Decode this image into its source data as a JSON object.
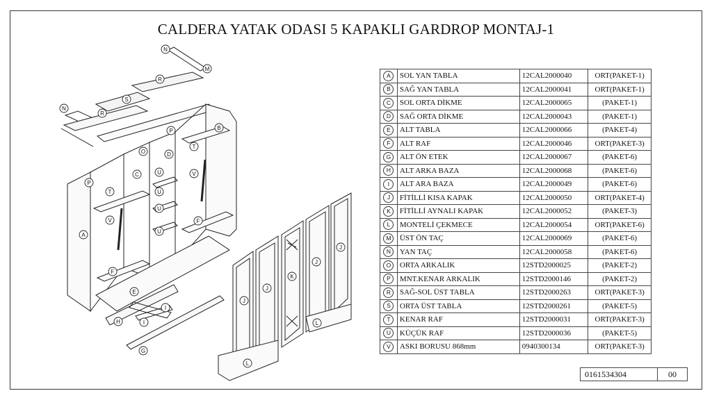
{
  "title": "CALDERA YATAK ODASI 5 KAPAKLI GARDROP MONTAJ-1",
  "doc_number": "0161534304",
  "revision": "00",
  "parts": [
    {
      "letter": "A",
      "name": "SOL YAN TABLA",
      "code": "12CAL2000040",
      "package": "ORT(PAKET-1)"
    },
    {
      "letter": "B",
      "name": "SAĞ YAN TABLA",
      "code": "12CAL2000041",
      "package": "ORT(PAKET-1)"
    },
    {
      "letter": "C",
      "name": "SOL ORTA DİKME",
      "code": "12CAL2000065",
      "package": "(PAKET-1)"
    },
    {
      "letter": "D",
      "name": "SAĞ ORTA DİKME",
      "code": "12CAL2000043",
      "package": "(PAKET-1)"
    },
    {
      "letter": "E",
      "name": "ALT TABLA",
      "code": "12CAL2000066",
      "package": "(PAKET-4)"
    },
    {
      "letter": "F",
      "name": "ALT RAF",
      "code": "12CAL2000046",
      "package": "ORT(PAKET-3)"
    },
    {
      "letter": "G",
      "name": "ALT ÖN ETEK",
      "code": "12CAL2000067",
      "package": "(PAKET-6)"
    },
    {
      "letter": "H",
      "name": "ALT ARKA BAZA",
      "code": "12CAL2000068",
      "package": "(PAKET-6)"
    },
    {
      "letter": "I",
      "name": "ALT ARA BAZA",
      "code": "12CAL2000049",
      "package": "(PAKET-6)"
    },
    {
      "letter": "J",
      "name": "FİTİLLİ KISA KAPAK",
      "code": "12CAL2000050",
      "package": "ORT(PAKET-4)"
    },
    {
      "letter": "K",
      "name": "FİTİLLİ AYNALI KAPAK",
      "code": "12CAL2000052",
      "package": "(PAKET-3)"
    },
    {
      "letter": "L",
      "name": "MONTELİ ÇEKMECE",
      "code": "12CAL2000054",
      "package": "ORT(PAKET-6)"
    },
    {
      "letter": "M",
      "name": "ÜST ÖN TAÇ",
      "code": "12CAL2000069",
      "package": "(PAKET-6)"
    },
    {
      "letter": "N",
      "name": "YAN TAÇ",
      "code": "12CAL2000058",
      "package": "(PAKET-6)"
    },
    {
      "letter": "O",
      "name": "ORTA ARKALIK",
      "code": "12STD2000025",
      "package": "(PAKET-2)"
    },
    {
      "letter": "P",
      "name": "MNT.KENAR ARKALIK",
      "code": "12STD2000146",
      "package": "(PAKET-2)"
    },
    {
      "letter": "R",
      "name": "SAĞ-SOL ÜST TABLA",
      "code": "12STD2000263",
      "package": "ORT(PAKET-3)"
    },
    {
      "letter": "S",
      "name": "ORTA ÜST TABLA",
      "code": "12STD2000261",
      "package": "(PAKET-5)"
    },
    {
      "letter": "T",
      "name": "KENAR RAF",
      "code": "12STD2000031",
      "package": "ORT(PAKET-3)"
    },
    {
      "letter": "U",
      "name": "KÜÇÜK RAF",
      "code": "12STD2000036",
      "package": "(PAKET-5)"
    },
    {
      "letter": "V",
      "name": "ASKI BORUSU 868mm",
      "code": "0940300134",
      "package": "ORT(PAKET-3)"
    }
  ],
  "callouts": {
    "n1": "N",
    "n2": "N",
    "m": "M",
    "r1": "R",
    "r2": "R",
    "s": "S",
    "b": "B",
    "o": "O",
    "d": "D",
    "t1": "T",
    "t2": "T",
    "p1": "P",
    "p2": "P",
    "c": "C",
    "u1": "U",
    "u2": "U",
    "u3": "U",
    "u4": "U",
    "v1": "V",
    "v2": "V",
    "a": "A",
    "f1": "F",
    "f2": "F",
    "e": "E",
    "h": "H",
    "i1": "I",
    "i2": "I",
    "g": "G",
    "j1": "J",
    "j2": "J",
    "j3": "J",
    "j4": "J",
    "k": "K",
    "l1": "L",
    "l2": "L"
  }
}
